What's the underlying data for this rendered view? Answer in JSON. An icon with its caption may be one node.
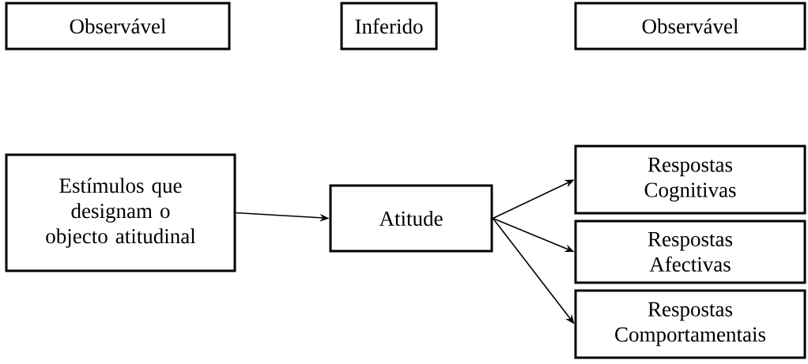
{
  "diagram": {
    "nodes": [
      {
        "text": [
          "Observável"
        ]
      },
      {
        "text": [
          "Inferido"
        ]
      },
      {
        "text": [
          "Observável"
        ]
      },
      {
        "text": [
          "Estímulos que designam o objecto atitudinal"
        ]
      },
      {
        "text": [
          "Atitude"
        ]
      },
      {
        "text": [
          "Respostas Cognitivas"
        ]
      },
      {
        "text": [
          "Respostas Afectivas"
        ]
      },
      {
        "text": [
          "Respostas Comportamentais"
        ]
      }
    ],
    "edges": [
      {
        "from": 3,
        "to": 4,
        "arrow": "to"
      },
      {
        "from": 4,
        "to": 5,
        "arrow": "to"
      },
      {
        "from": 4,
        "to": 6,
        "arrow": "to"
      },
      {
        "from": 4,
        "to": 7,
        "arrow": "to"
      }
    ]
  }
}
